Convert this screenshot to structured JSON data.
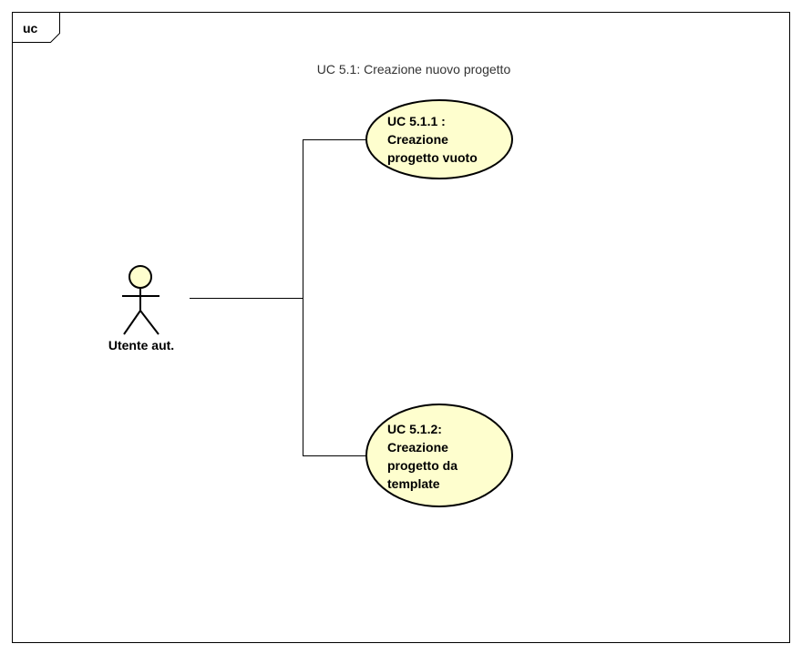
{
  "frame": {
    "tag": "uc",
    "title": "UC 5.1: Creazione nuovo progetto"
  },
  "actor": {
    "label": "Utente aut."
  },
  "use_cases": [
    {
      "lines": [
        "UC 5.1.1 :",
        "Creazione",
        "progetto vuoto"
      ]
    },
    {
      "lines": [
        "UC 5.1.2:",
        "Creazione",
        "progetto da",
        "template"
      ]
    }
  ],
  "colors": {
    "use_case_fill": "#fefece",
    "actor_fill": "#fefece",
    "stroke": "#000000"
  }
}
